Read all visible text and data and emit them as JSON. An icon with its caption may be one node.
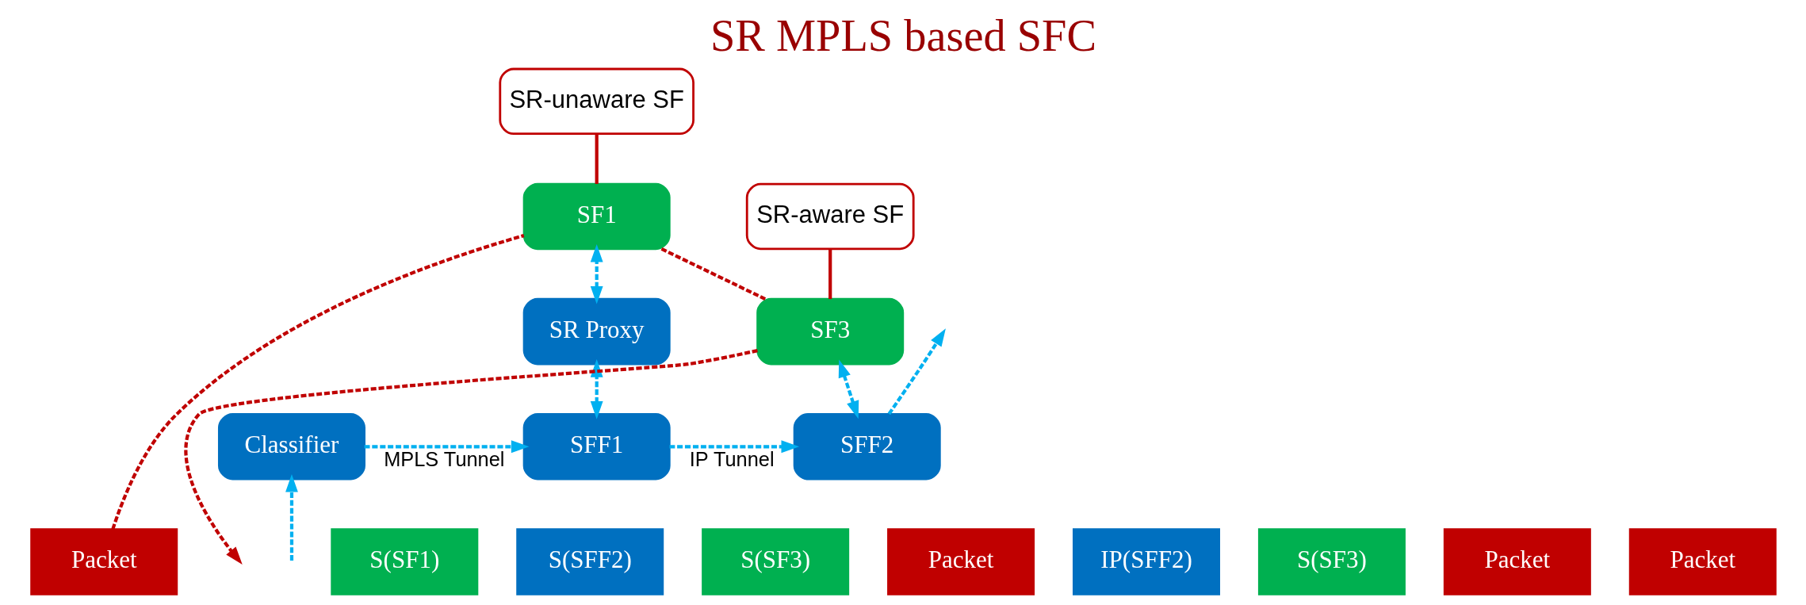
{
  "diagram": {
    "title": "SR MPLS based SFC",
    "nodes": [
      {
        "text": [
          "Packet"
        ]
      },
      {
        "text": [
          "Classifier"
        ]
      },
      {
        "text": [
          "SFF1"
        ]
      },
      {
        "text": [
          "SFF2"
        ]
      },
      {
        "text": [
          "SR Proxy"
        ]
      },
      {
        "text": [
          "SF1"
        ]
      },
      {
        "text": [
          "SF3"
        ]
      },
      {
        "text": [
          "S(SF1)"
        ]
      },
      {
        "text": [
          "S(SFF2)"
        ]
      },
      {
        "text": [
          "S(SF3)"
        ]
      },
      {
        "text": [
          "Packet"
        ]
      },
      {
        "text": [
          "IP(SFF2)"
        ]
      },
      {
        "text": [
          "S(SF3)"
        ]
      },
      {
        "text": [
          "Packet"
        ]
      },
      {
        "text": [
          "Packet"
        ]
      },
      {
        "text": [
          "SR-unaware SF"
        ]
      },
      {
        "text": [
          "SR-aware SF"
        ]
      }
    ],
    "edges": [
      {
        "from": null,
        "to": 1,
        "arrow": "to",
        "style": "dashed"
      },
      {
        "from": 1,
        "to": 2,
        "arrow": "to",
        "style": "dashed",
        "label": "MPLS Tunnel"
      },
      {
        "from": 2,
        "to": 3,
        "arrow": "to",
        "style": "dashed",
        "label": "IP Tunnel"
      },
      {
        "from": 3,
        "to": null,
        "arrow": "to",
        "style": "dashed"
      },
      {
        "from": 2,
        "to": 4,
        "arrow": "both",
        "style": "dashed"
      },
      {
        "from": 4,
        "to": 5,
        "arrow": "both",
        "style": "dashed"
      },
      {
        "from": 3,
        "to": 6,
        "arrow": "both",
        "style": "dashed"
      },
      {
        "from": 5,
        "to": 15,
        "arrow": "none",
        "color": "#c00000"
      },
      {
        "from": 6,
        "to": 16,
        "arrow": "none",
        "color": "#c00000"
      },
      {
        "from": 0,
        "to": 5,
        "arrow": "none",
        "style": "dashed",
        "color": "#c00000"
      },
      {
        "from": 5,
        "to": 6,
        "arrow": "none",
        "style": "dashed",
        "color": "#c00000"
      },
      {
        "from": 6,
        "to": null,
        "arrow": "to",
        "style": "dashed",
        "color": "#c00000"
      }
    ]
  }
}
